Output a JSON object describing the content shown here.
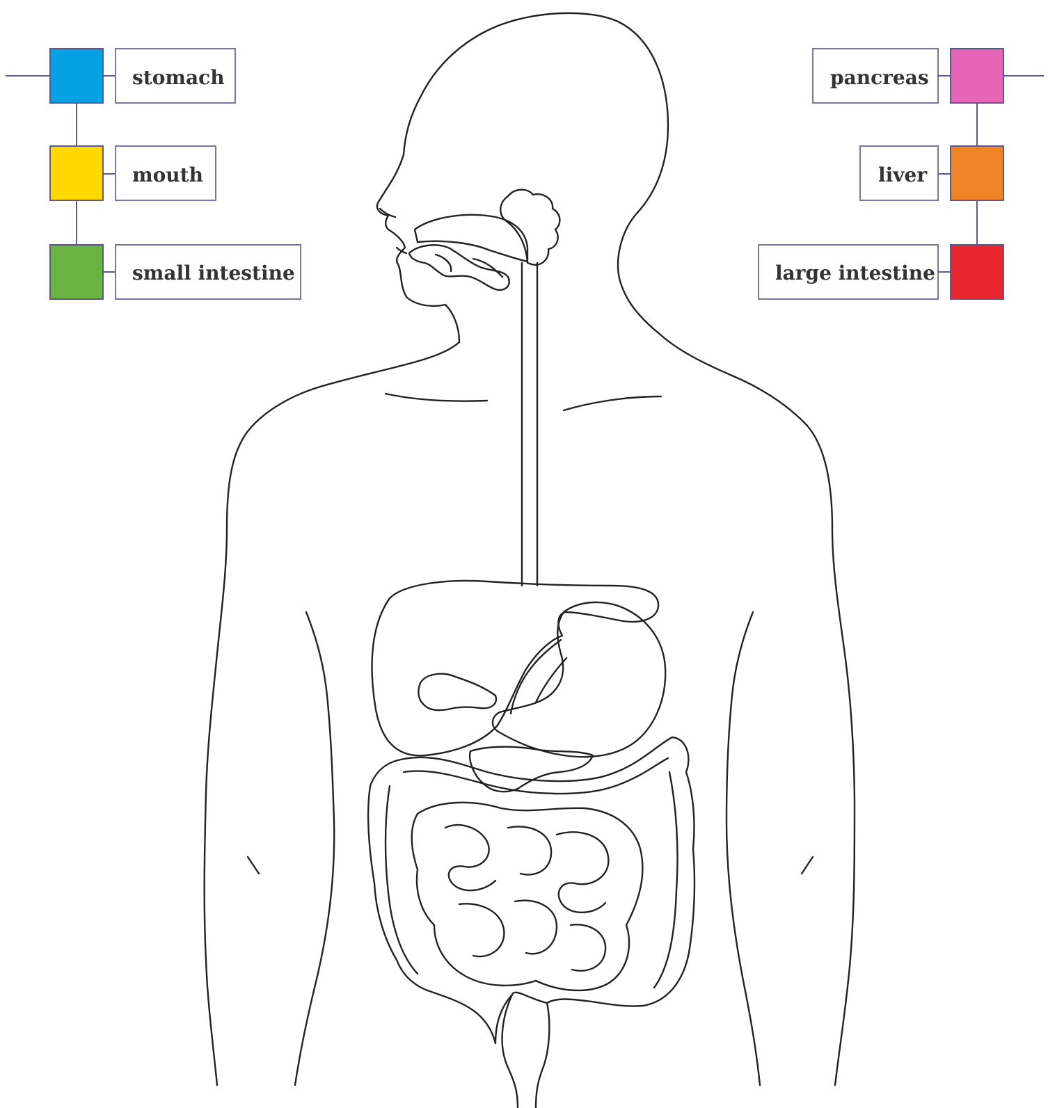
{
  "labels": {
    "left": [
      {
        "text": "stomach",
        "color": "#04a2e2"
      },
      {
        "text": "mouth",
        "color": "#ffd800"
      },
      {
        "text": "small intestine",
        "color": "#69b340"
      }
    ],
    "right": [
      {
        "text": "pancreas",
        "color": "#e765b7"
      },
      {
        "text": "liver",
        "color": "#f08326"
      },
      {
        "text": "large intestine",
        "color": "#e8262b"
      }
    ]
  },
  "colors": {
    "outline": "#222222",
    "frame_border": "#7d72a8",
    "connector": "#5f5890"
  }
}
